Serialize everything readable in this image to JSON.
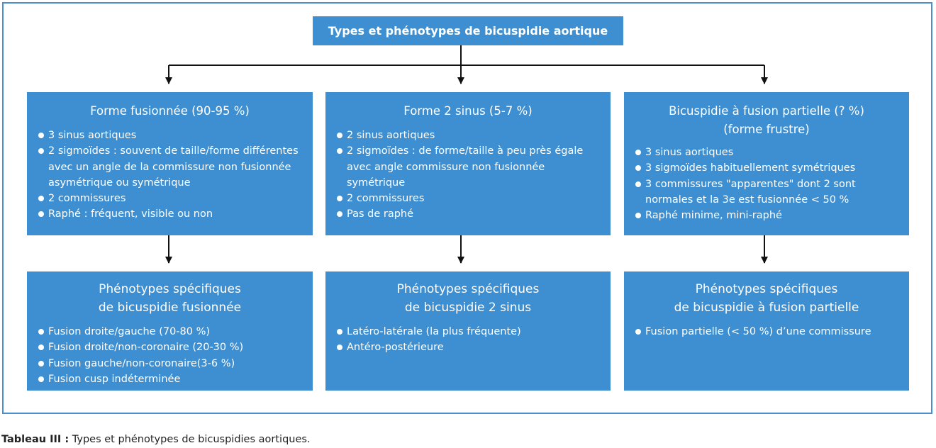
{
  "title": "Types et phénotypes de bicuspidie aortique",
  "types": [
    {
      "heading": [
        "Forme fusionnée (90-95 %)"
      ],
      "items": [
        "3 sinus aortiques",
        "2 sigmoïdes : souvent de taille/forme différentes avec un angle de la commissure non fusionnée asymétrique ou symétrique",
        "2 commissures",
        "Raphé : fréquent, visible ou non"
      ]
    },
    {
      "heading": [
        "Forme 2 sinus (5-7 %)"
      ],
      "items": [
        "2 sinus aortiques",
        "2 sigmoïdes : de forme/taille à peu près égale avec angle commissure non fusionnée symétrique",
        "2 commissures",
        "Pas de raphé"
      ]
    },
    {
      "heading": [
        "Bicuspidie à fusion partielle (? %)",
        "(forme frustre)"
      ],
      "items": [
        "3 sinus aortiques",
        "3  sigmoïdes habituellement symétriques",
        "3 commissures \"apparentes\" dont 2 sont normales et la 3e est fusionnée < 50 %",
        "Raphé minime, mini-raphé"
      ]
    }
  ],
  "phenotypes": [
    {
      "heading": [
        "Phénotypes spécifiques",
        "de bicuspidie fusionnée"
      ],
      "items": [
        "Fusion droite/gauche (70-80 %)",
        "Fusion droite/non-coronaire (20-30 %)",
        "Fusion gauche/non-coronaire(3-6 %)",
        "Fusion cusp indéterminée"
      ]
    },
    {
      "heading": [
        "Phénotypes spécifiques",
        "de bicuspidie 2 sinus"
      ],
      "items": [
        "Latéro-latérale (la plus fréquente)",
        "Antéro-postérieure"
      ]
    },
    {
      "heading": [
        "Phénotypes spécifiques",
        "de bicuspidie à fusion partielle"
      ],
      "items": [
        "Fusion partielle (< 50 %) d’une commissure"
      ]
    }
  ],
  "caption": {
    "label": "Tableau III :",
    "text": " Types et phénotypes de bicuspidies aortiques."
  }
}
